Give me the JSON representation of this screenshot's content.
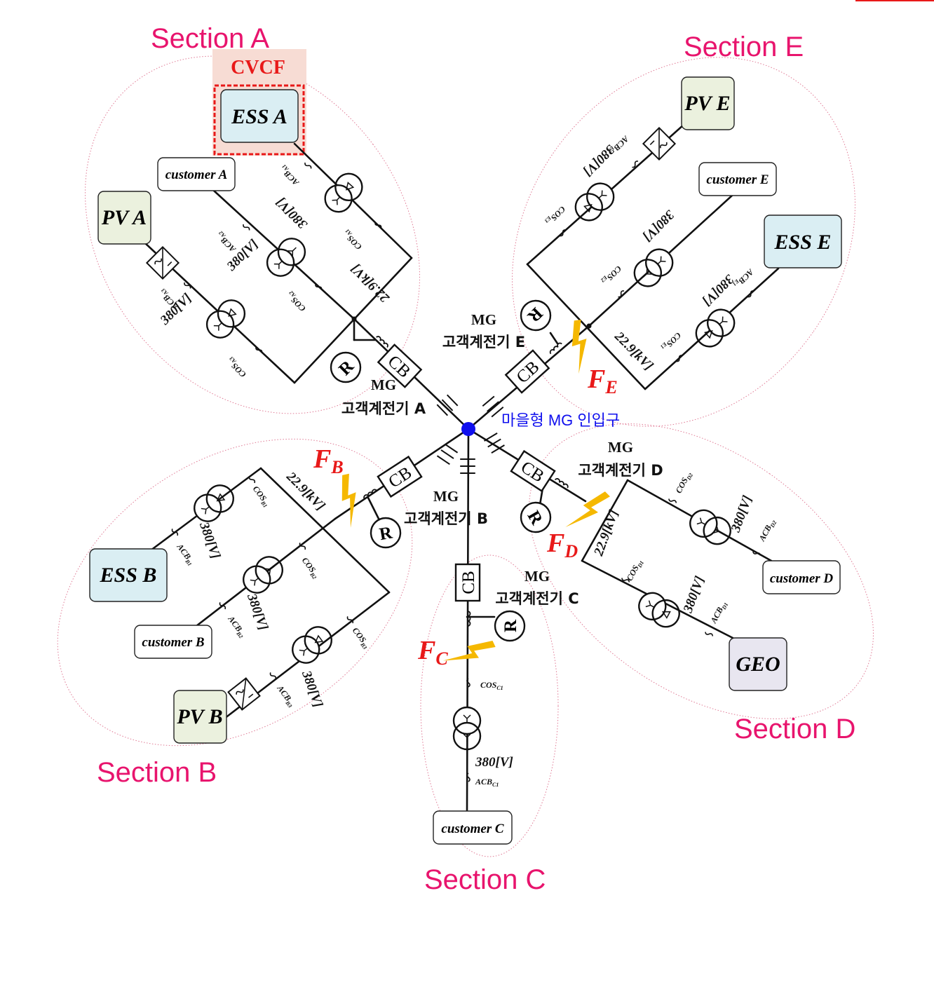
{
  "sections": {
    "a": "Section A",
    "b": "Section B",
    "c": "Section C",
    "d": "Section D",
    "e": "Section E"
  },
  "cvcf": "CVCF",
  "hub": "마을형 MG 인입구",
  "colors": {
    "section_text": "#e8146d",
    "fault_text": "#e81919",
    "hub": "#1010ee",
    "ess_fill": "#daeef3",
    "pv_fill": "#ebf1de",
    "geo_fill": "#e8e6f0",
    "cvcf_fill": "#f7dcd4",
    "bolt": "#f5b800"
  },
  "equipment": {
    "ess_a": "ESS A",
    "pv_a": "PV A",
    "customer_a": "customer A",
    "ess_b": "ESS B",
    "pv_b": "PV B",
    "customer_b": "customer B",
    "customer_c": "customer C",
    "customer_d": "customer D",
    "geo": "GEO",
    "pv_e": "PV E",
    "customer_e": "customer E",
    "ess_e": "ESS E"
  },
  "breaker": "CB",
  "relay": "R",
  "voltage_lv": "380[V]",
  "voltage_mv": "22.9[kV]",
  "meters": {
    "line1": "MG",
    "a": "고객계전기 A",
    "b": "고객계전기 B",
    "c": "고객계전기 C",
    "d": "고객계전기 D",
    "e": "고객계전기 E"
  },
  "switches": {
    "cos": "COS",
    "acb": "ACB",
    "a1": "A1",
    "a2": "A2",
    "a3": "A3",
    "b1": "B1",
    "b2": "B2",
    "b3": "B3",
    "c1": "C1",
    "d1": "D1",
    "d2": "D2",
    "e1": "E1",
    "e2": "E2",
    "e3": "E3"
  },
  "faults": {
    "f": "F",
    "b": "B",
    "c": "C",
    "d": "D",
    "e": "E"
  },
  "symbols": {
    "wye": "Y",
    "delta": "Δ",
    "ac": "~",
    "dc": "="
  }
}
